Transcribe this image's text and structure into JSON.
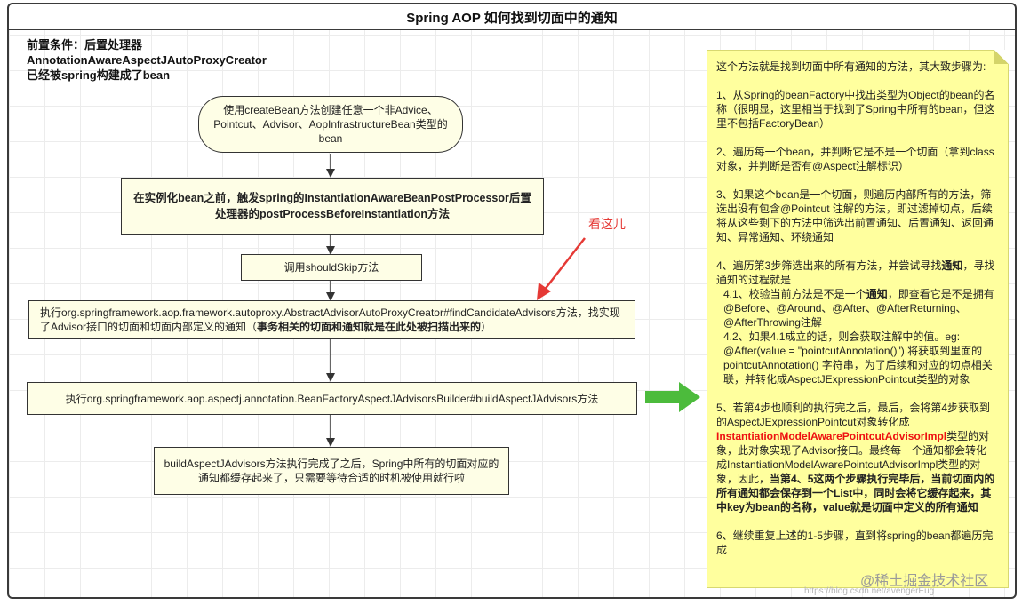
{
  "title": "Spring AOP 如何找到切面中的通知",
  "precondition": {
    "line1": "前置条件：后置处理器",
    "line2": "AnnotationAwareAspectJAutoProxyCreator",
    "line3": "已经被spring构建成了bean"
  },
  "nodes": {
    "create_bean": "使用createBean方法创建任意一个非Advice、Pointcut、Advisor、AopInfrastructureBean类型的bean",
    "before_instantiation": "在实例化bean之前，触发spring的InstantiationAwareBeanPostProcessor后置处理器的postProcessBeforeInstantiation方法",
    "should_skip": "调用shouldSkip方法",
    "find_candidate_normal": "执行org.springframework.aop.framework.autoproxy.AbstractAdvisorAutoProxyCreator#findCandidateAdvisors方法，找实现了Advisor接口的切面和切面内部定义的通知（",
    "find_candidate_bold": "事务相关的切面和通知就是在此处被扫描出来的",
    "find_candidate_end": "）",
    "build_advisors": "执行org.springframework.aop.aspectj.annotation.BeanFactoryAspectJAdvisorsBuilder#buildAspectJAdvisors方法",
    "done": "buildAspectJAdvisors方法执行完成了之后，Spring中所有的切面对应的通知都缓存起来了，只需要等待合适的时机被使用就行啦"
  },
  "annotation": "看这儿",
  "note": {
    "intro": "这个方法就是找到切面中所有通知的方法，其大致步骤为:",
    "step1": "1、从Spring的beanFactory中找出类型为Object的bean的名称（很明显，这里相当于找到了Spring中所有的bean，但这里不包括FactoryBean）",
    "step2": "2、遍历每一个bean，并判断它是不是一个切面（拿到class对象，并判断是否有@Aspect注解标识）",
    "step3": "3、如果这个bean是一个切面，则遍历内部所有的方法，筛选出没有包含@Pointcut 注解的方法，即过滤掉切点，后续将从这些剩下的方法中筛选出前置通知、后置通知、返回通知、异常通知、环绕通知",
    "step4_a": "4、遍历第3步筛选出来的所有方法，并尝试寻找",
    "step4_b": "通知",
    "step4_c": "，寻找通知的过程就是",
    "step41_a": "4.1、校验当前方法是不是一个",
    "step41_b": "通知",
    "step41_c": "，即查看它是不是拥有@Before、@Around、@After、@AfterReturning、@AfterThrowing注解",
    "step42": "4.2、如果4.1成立的话，则会获取注解中的值。eg: @After(value = \"pointcutAnnotation()\")  将获取到里面的 pointcutAnnotation() 字符串，为了后续和对应的切点相关联，并转化成AspectJExpressionPointcut类型的对象",
    "step5_a": "5、若第4步也顺利的执行完之后，最后，会将第4步获取到的AspectJExpressionPointcut对象转化成",
    "step5_red": "InstantiationModelAwarePointcutAdvisorImpl",
    "step5_b": "类型的对象，此对象实现了Advisor接口。最终每一个通知都会转化成InstantiationModelAwarePointcutAdvisorImpl类型的对象，因此，",
    "step5_bold": "当第4、5这两个步骤执行完毕后，当前切面内的所有通知都会保存到一个List中，同时会将它缓存起来，其中key为bean的名称，value就是切面中定义的所有通知",
    "step6": "6、继续重复上述的1-5步骤，直到将spring的bean都遍历完成"
  },
  "watermark": "@稀土掘金技术社区",
  "watermark_url": "https://blog.csdn.net/avengerEug",
  "colors": {
    "node_fill": "#fefee6",
    "note_fill": "#ffff9e",
    "annotation_red": "#e53935",
    "big_arrow_green": "#4cbb3c"
  }
}
